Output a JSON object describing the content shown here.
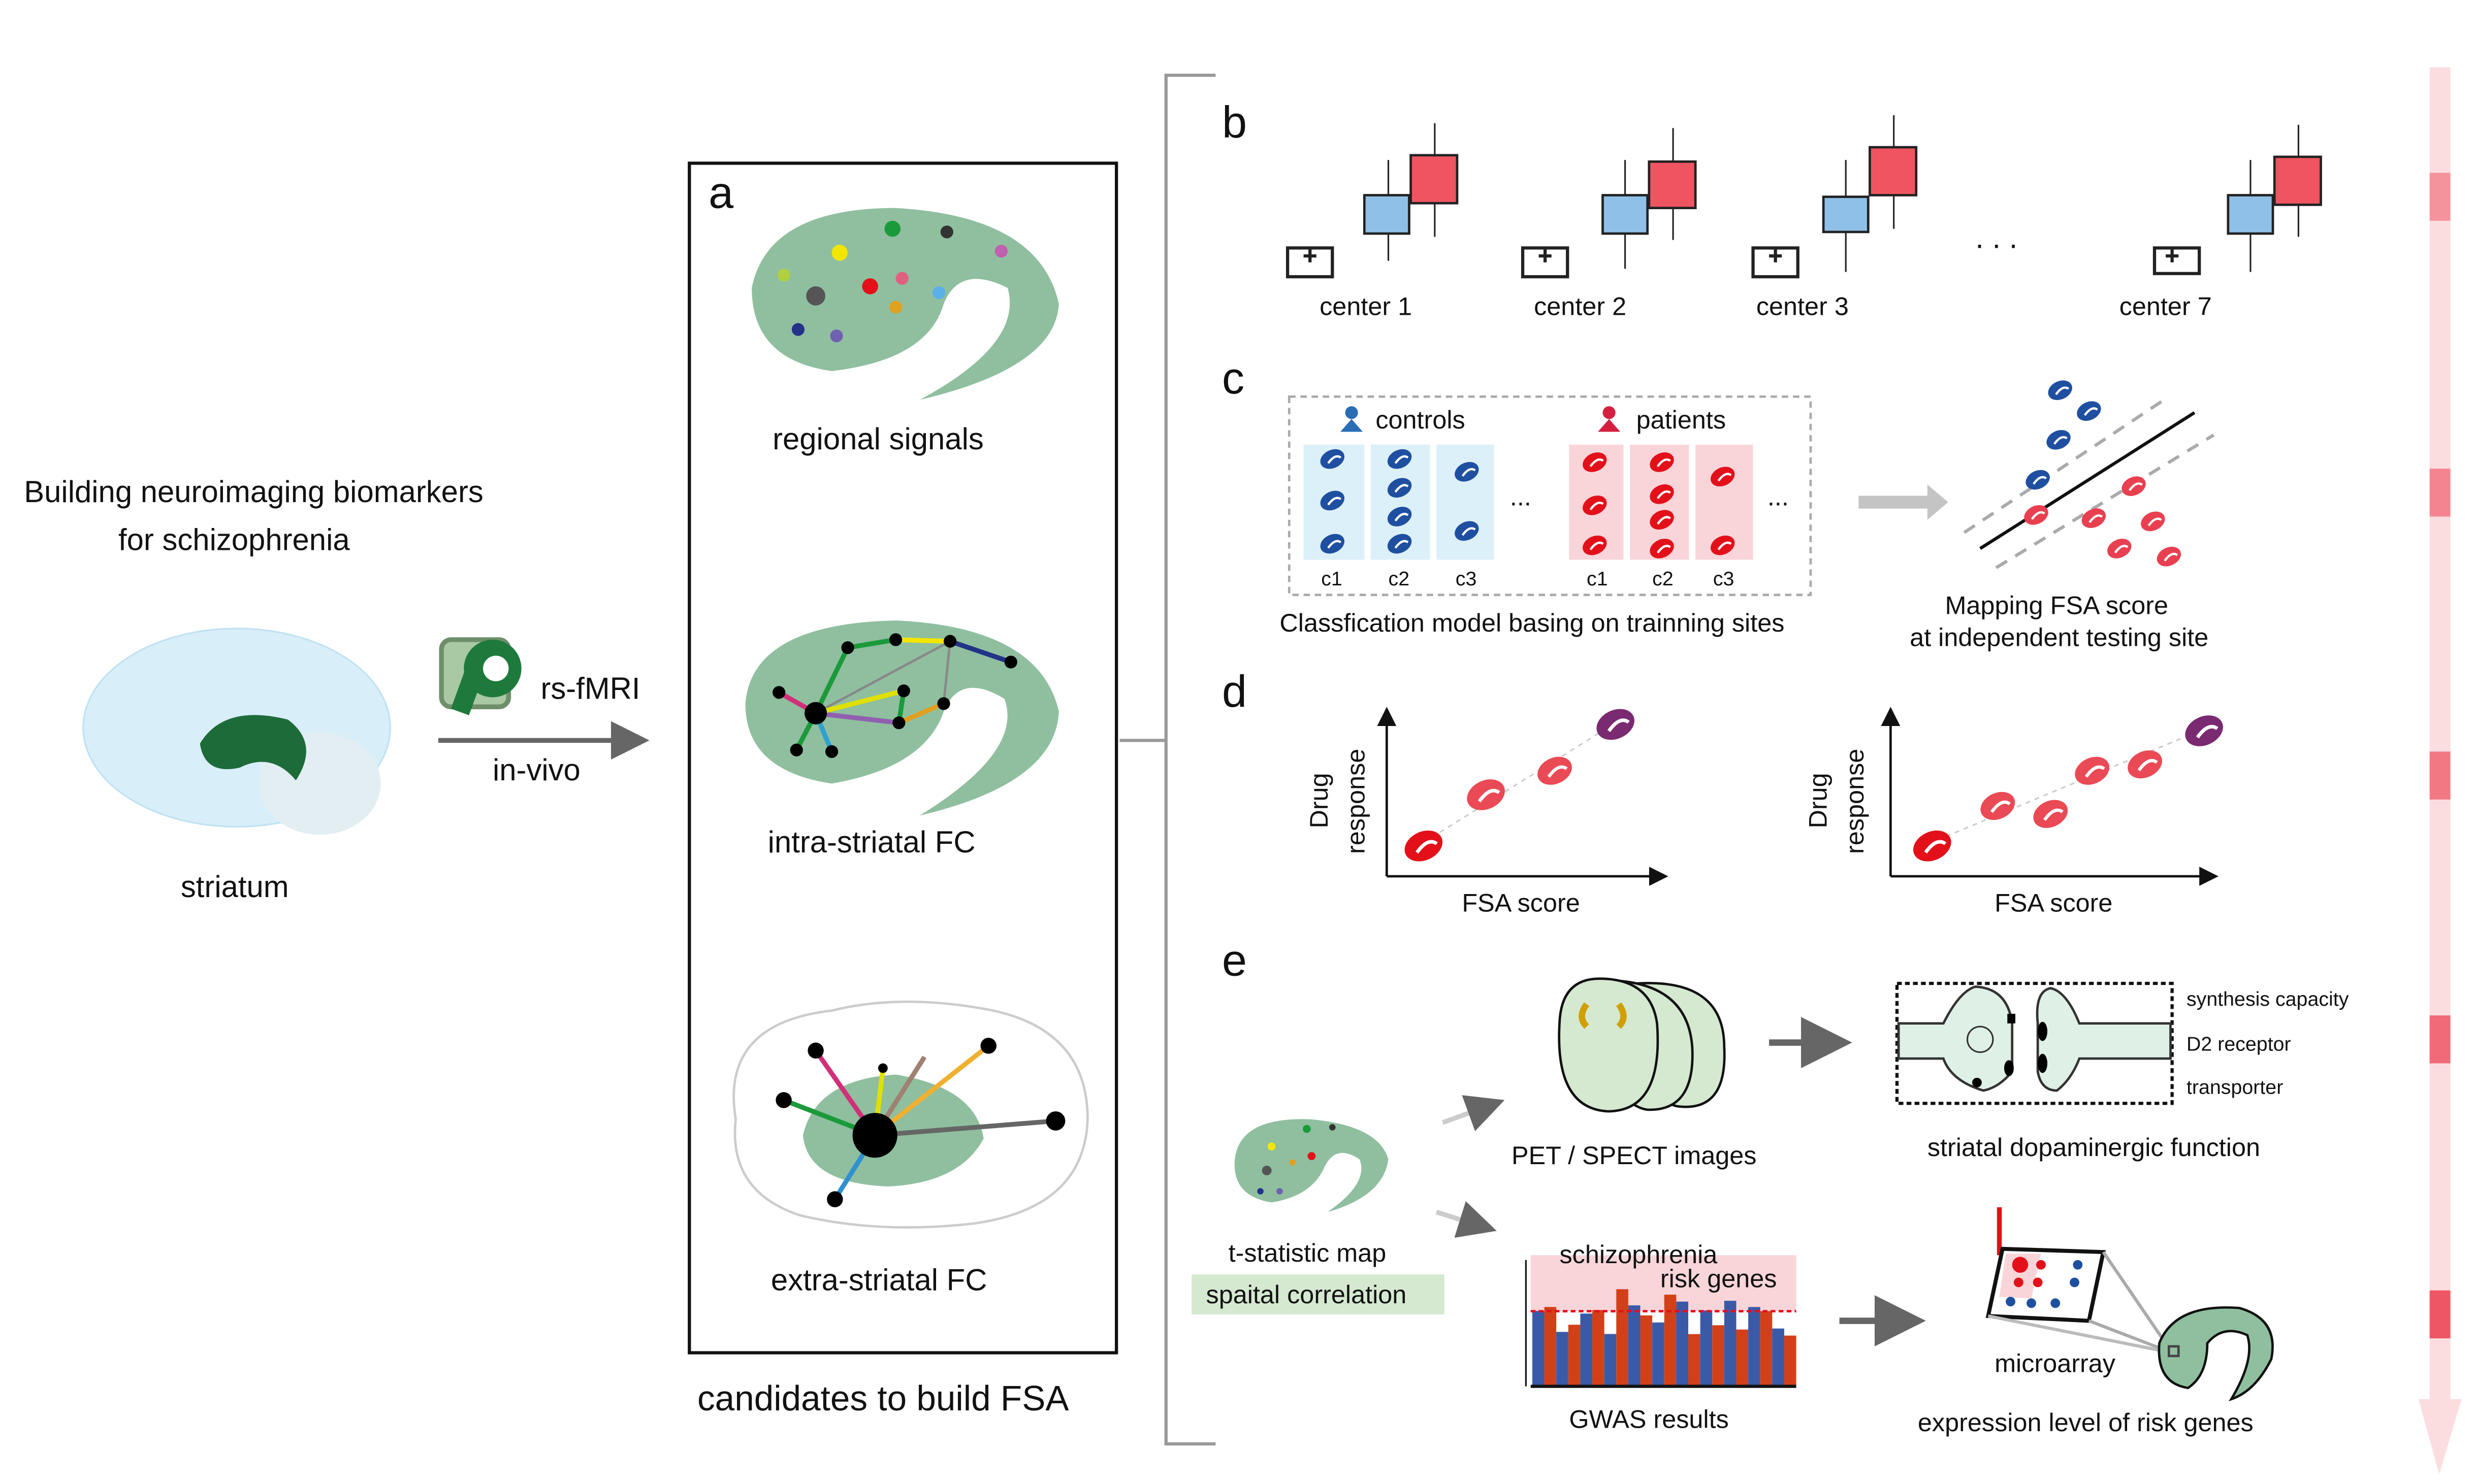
{
  "left": {
    "title_line1": "Building neuroimaging biomarkers",
    "title_line2": "for schizophrenia",
    "striatum_label": "striatum",
    "modality_label": "rs-fMRI",
    "arrow_label": "in-vivo"
  },
  "panel_a": {
    "letter": "a",
    "items": [
      "regional signals",
      "intra-striatal FC",
      "extra-striatal FC"
    ],
    "caption": "candidates to build FSA"
  },
  "panel_b": {
    "letter": "b",
    "centers": [
      "center 1",
      "center 2",
      "center 3",
      "center 7"
    ],
    "ellipsis": ". . ."
  },
  "panel_c": {
    "letter": "c",
    "controls_label": "controls",
    "patients_label": "patients",
    "columns": [
      "c1",
      "c2",
      "c3"
    ],
    "ellipsis": "...",
    "left_caption": "Classfication model basing on trainning sites",
    "right_caption_line1": "Mapping FSA score",
    "right_caption_line2": "at independent testing site"
  },
  "panel_d": {
    "letter": "d",
    "ylabel_line1": "Drug",
    "ylabel_line2": "response",
    "xlabel": "FSA score"
  },
  "panel_e": {
    "letter": "e",
    "tmap_label": "t-statistic map",
    "spatial_label": "spaital correlation",
    "pet_label": "PET / SPECT images",
    "dopamine_label": "striatal dopaminergic function",
    "synapse_labels": [
      "synthesis capacity",
      "D2 receptor",
      "transporter"
    ],
    "gwas_title_line1": "schizophrenia",
    "gwas_title_line2": "risk genes",
    "gwas_label": "GWAS results",
    "microarray_label": "microarray",
    "expression_label": "expression level of risk genes"
  },
  "colors": {
    "striatum_green": "#8fbf9f",
    "control_blue": "#1f4fa0",
    "patient_red": "#e3101a",
    "control_box": "#8fc0e8",
    "patient_box": "#ee5560",
    "flow_arrow": "#fbdde0",
    "flow_marker": "#ef5665"
  }
}
